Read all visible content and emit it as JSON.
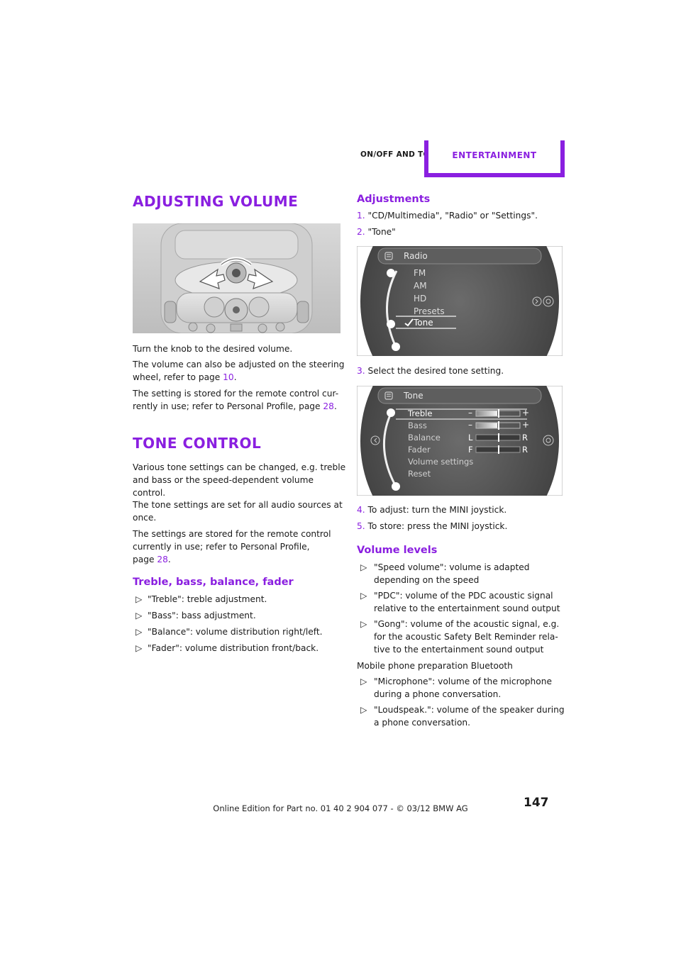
{
  "header": {
    "section": "On/Off and tone",
    "tab": "Entertainment"
  },
  "h_volume": "Adjusting volume",
  "p_turn": "Turn the knob to the desired volume.",
  "p_steer_a": "The volume can also be adjusted on the steering",
  "p_steer_b": "wheel, refer to page ",
  "p_steer_link": "10",
  "p_stored_a": "The setting is stored for the remote control cur-",
  "p_stored_b": "rently in use; refer to Personal Profile, page ",
  "p_stored_link": "28",
  "h_tone": "Tone control",
  "p_various_1": "Various tone settings can be changed, e.g. treble",
  "p_various_2": "and bass or the speed-dependent volume",
  "p_various_3": "control.",
  "p_various_4": "The tone settings are set for all audio sources at",
  "p_various_5": "once.",
  "p_settings_1": "The settings are stored for the remote control",
  "p_settings_2": "currently in use; refer to Personal Profile,",
  "p_settings_3": "page ",
  "p_settings_link": "28",
  "h_treble": "Treble, bass, balance, fader",
  "marker": "▷",
  "treble_list": [
    "\"Treble\": treble adjustment.",
    "\"Bass\": bass adjustment.",
    "\"Balance\": volume distribution right/left.",
    "\"Fader\": volume distribution front/back."
  ],
  "h_adjust": "Adjustments",
  "steps": {
    "s1n": "1.",
    "s1": "\"CD/Multimedia\", \"Radio\" or \"Settings\".",
    "s2n": "2.",
    "s2": "\"Tone\"",
    "s3n": "3.",
    "s3": "Select the desired tone setting.",
    "s4n": "4.",
    "s4": "To adjust: turn the MINI joystick.",
    "s5n": "5.",
    "s5": "To store: press the MINI joystick."
  },
  "screen1": {
    "title": "Radio",
    "items": [
      "FM",
      "AM",
      "HD",
      "Presets",
      "Tone"
    ]
  },
  "screen2": {
    "title": "Tone",
    "items": [
      "Treble",
      "Bass",
      "Balance",
      "Fader",
      "Volume settings",
      "Reset"
    ],
    "minus": "–",
    "plus": "+",
    "L": "L",
    "R": "R",
    "F": "F"
  },
  "h_levels": "Volume levels",
  "levels": [
    [
      "\"Speed volume\": volume is adapted",
      "depending on the speed"
    ],
    [
      "\"PDC\": volume of the PDC acoustic signal",
      "relative to the entertainment sound output"
    ],
    [
      "\"Gong\": volume of the acoustic signal, e.g.",
      "for the acoustic Safety Belt Reminder rela-",
      "tive to the entertainment sound output"
    ]
  ],
  "p_mobile": "Mobile phone preparation Bluetooth",
  "phone": [
    [
      "\"Microphone\": volume of the microphone",
      "during a phone conversation."
    ],
    [
      "\"Loudspeak.\": volume of the speaker during",
      "a phone conversation."
    ]
  ],
  "page_number": "147",
  "footer": "Online Edition for Part no. 01 40 2 904 077 - © 03/12 BMW AG",
  "colors": {
    "accent": "#8a1fe0"
  }
}
